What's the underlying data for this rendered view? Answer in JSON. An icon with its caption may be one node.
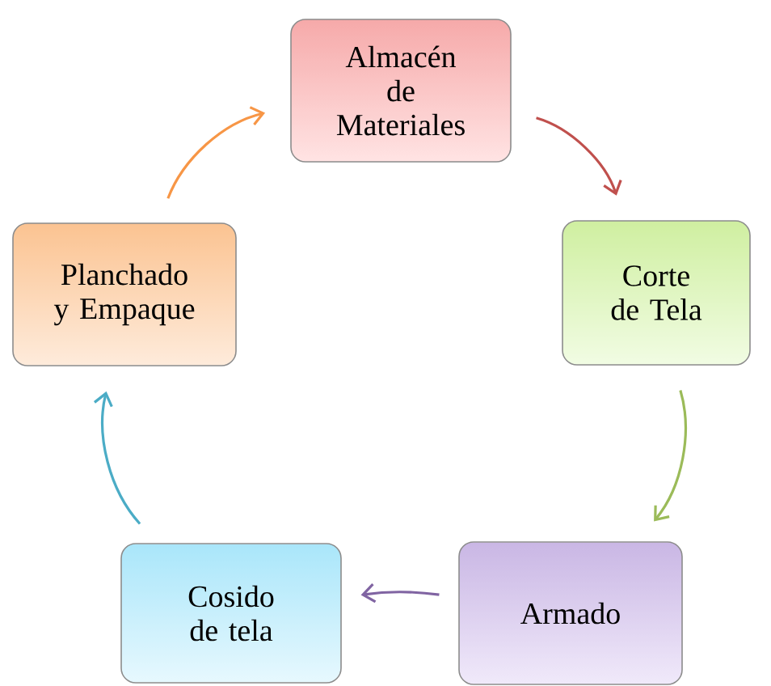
{
  "diagram": {
    "nodes": [
      {
        "text": [
          "Almacén de Materiales"
        ]
      },
      {
        "text": [
          "Corte de Tela"
        ]
      },
      {
        "text": [
          "Armado"
        ]
      },
      {
        "text": [
          "Cosido de tela"
        ]
      },
      {
        "text": [
          "Planchado y Empaque"
        ]
      }
    ],
    "edges": [
      {
        "from": 0,
        "to": 1,
        "arrow": "to",
        "color": "#c0504d"
      },
      {
        "from": 1,
        "to": 2,
        "arrow": "to",
        "color": "#9bbb59"
      },
      {
        "from": 2,
        "to": 3,
        "arrow": "to",
        "color": "#8064a2"
      },
      {
        "from": 3,
        "to": 4,
        "arrow": "to",
        "color": "#4bacc6"
      },
      {
        "from": 4,
        "to": 0,
        "arrow": "to",
        "color": "#f79646"
      }
    ]
  }
}
